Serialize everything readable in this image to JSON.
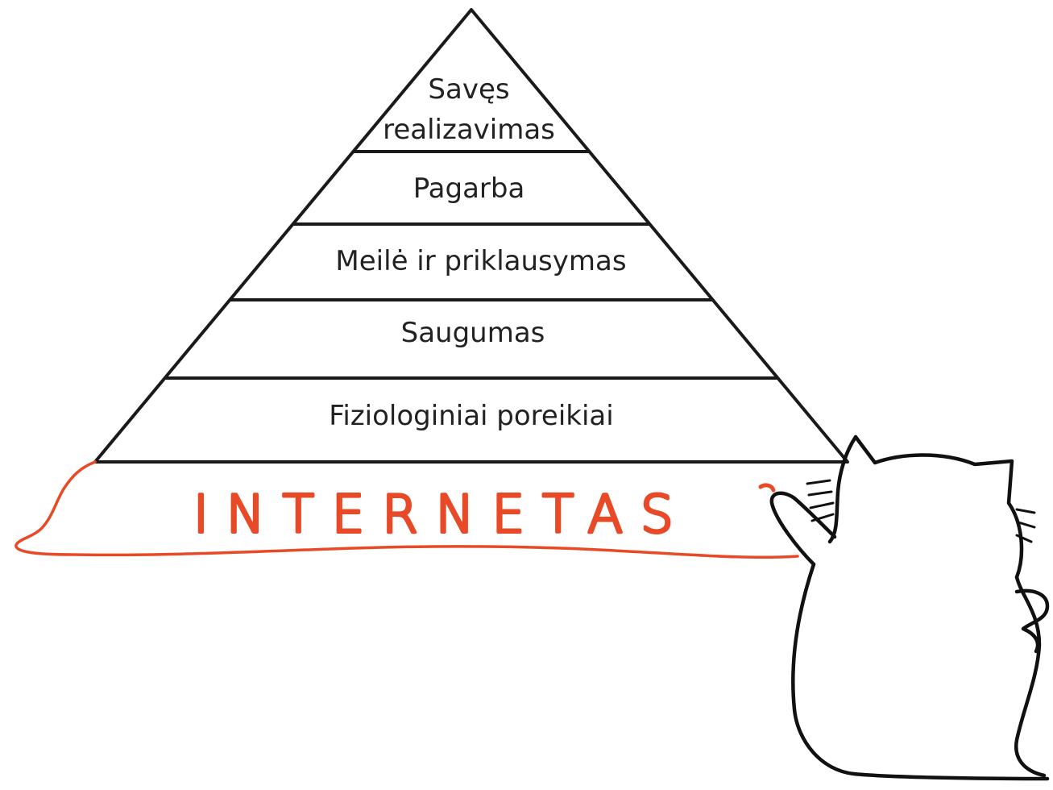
{
  "pyramid": {
    "levels": [
      {
        "id": "self-actualization",
        "lines": [
          "Savęs",
          "realizavimas"
        ]
      },
      {
        "id": "esteem",
        "lines": [
          "Pagarba"
        ]
      },
      {
        "id": "love-belonging",
        "lines": [
          "Meilė ir priklausymas"
        ]
      },
      {
        "id": "safety",
        "lines": [
          "Saugumas"
        ]
      },
      {
        "id": "physiological",
        "lines": [
          "Fiziologiniai poreikiai"
        ]
      }
    ]
  },
  "annotation": {
    "label": "INTERNETAS",
    "color": "#e84a27"
  },
  "colors": {
    "line": "#1a1a1a",
    "background": "#ffffff"
  }
}
